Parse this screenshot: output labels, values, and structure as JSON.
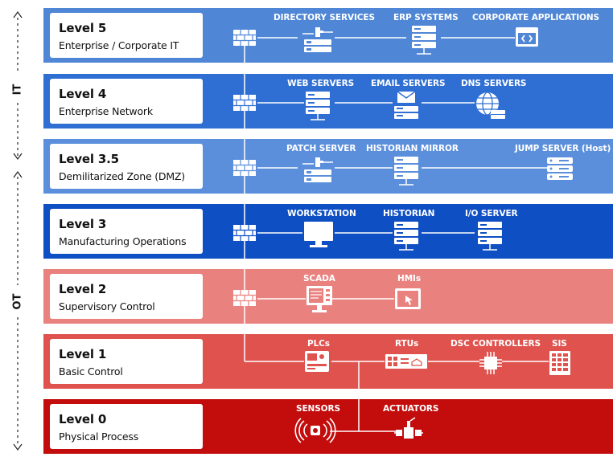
{
  "sidebar": {
    "it_label": "IT",
    "ot_label": "OT"
  },
  "colors": {
    "level5": "#4f86d6",
    "level4": "#2f6fd3",
    "level35": "#5b8fdc",
    "level3": "#0f4fc4",
    "level2": "#e9827f",
    "level1": "#df524e",
    "level0": "#c30c0c"
  },
  "levels": [
    {
      "title": "Level 5",
      "subtitle": "Enterprise / Corporate IT",
      "devices": [
        {
          "label": "DIRECTORY SERVICES",
          "icon": "firewall-switch-icon"
        },
        {
          "label": "ERP SYSTEMS",
          "icon": "server-icon"
        },
        {
          "label": "CORPORATE APPLICATIONS",
          "icon": "application-window-icon"
        }
      ]
    },
    {
      "title": "Level 4",
      "subtitle": "Enterprise Network",
      "devices": [
        {
          "label": "WEB SERVERS",
          "icon": "server-icon"
        },
        {
          "label": "EMAIL SERVERS",
          "icon": "email-server-icon"
        },
        {
          "label": "DNS SERVERS",
          "icon": "globe-server-icon"
        }
      ]
    },
    {
      "title": "Level 3.5",
      "subtitle": "Demilitarized Zone (DMZ)",
      "devices": [
        {
          "label": "PATCH SERVER",
          "icon": "firewall-switch-icon"
        },
        {
          "label": "HISTORIAN MIRROR",
          "icon": "server-icon"
        },
        {
          "label": "JUMP SERVER (Host)",
          "icon": "server-stack-icon"
        }
      ]
    },
    {
      "title": "Level 3",
      "subtitle": "Manufacturing Operations",
      "devices": [
        {
          "label": "WORKSTATION",
          "icon": "monitor-icon"
        },
        {
          "label": "HISTORIAN",
          "icon": "server-icon"
        },
        {
          "label": "I/O SERVER",
          "icon": "server-icon"
        }
      ]
    },
    {
      "title": "Level 2",
      "subtitle": "Supervisory Control",
      "devices": [
        {
          "label": "SCADA",
          "icon": "scada-screen-icon"
        },
        {
          "label": "HMIs",
          "icon": "hmi-touch-icon"
        }
      ]
    },
    {
      "title": "Level 1",
      "subtitle": "Basic Control",
      "devices": [
        {
          "label": "PLCs",
          "icon": "plc-icon"
        },
        {
          "label": "RTUs",
          "icon": "rtu-icon"
        },
        {
          "label": "DSC CONTROLLERS",
          "icon": "chip-icon"
        },
        {
          "label": "SIS",
          "icon": "sis-panel-icon"
        }
      ]
    },
    {
      "title": "Level 0",
      "subtitle": "Physical Process",
      "devices": [
        {
          "label": "SENSORS",
          "icon": "sensor-icon"
        },
        {
          "label": "ACTUATORS",
          "icon": "valve-actuator-icon"
        }
      ]
    }
  ]
}
